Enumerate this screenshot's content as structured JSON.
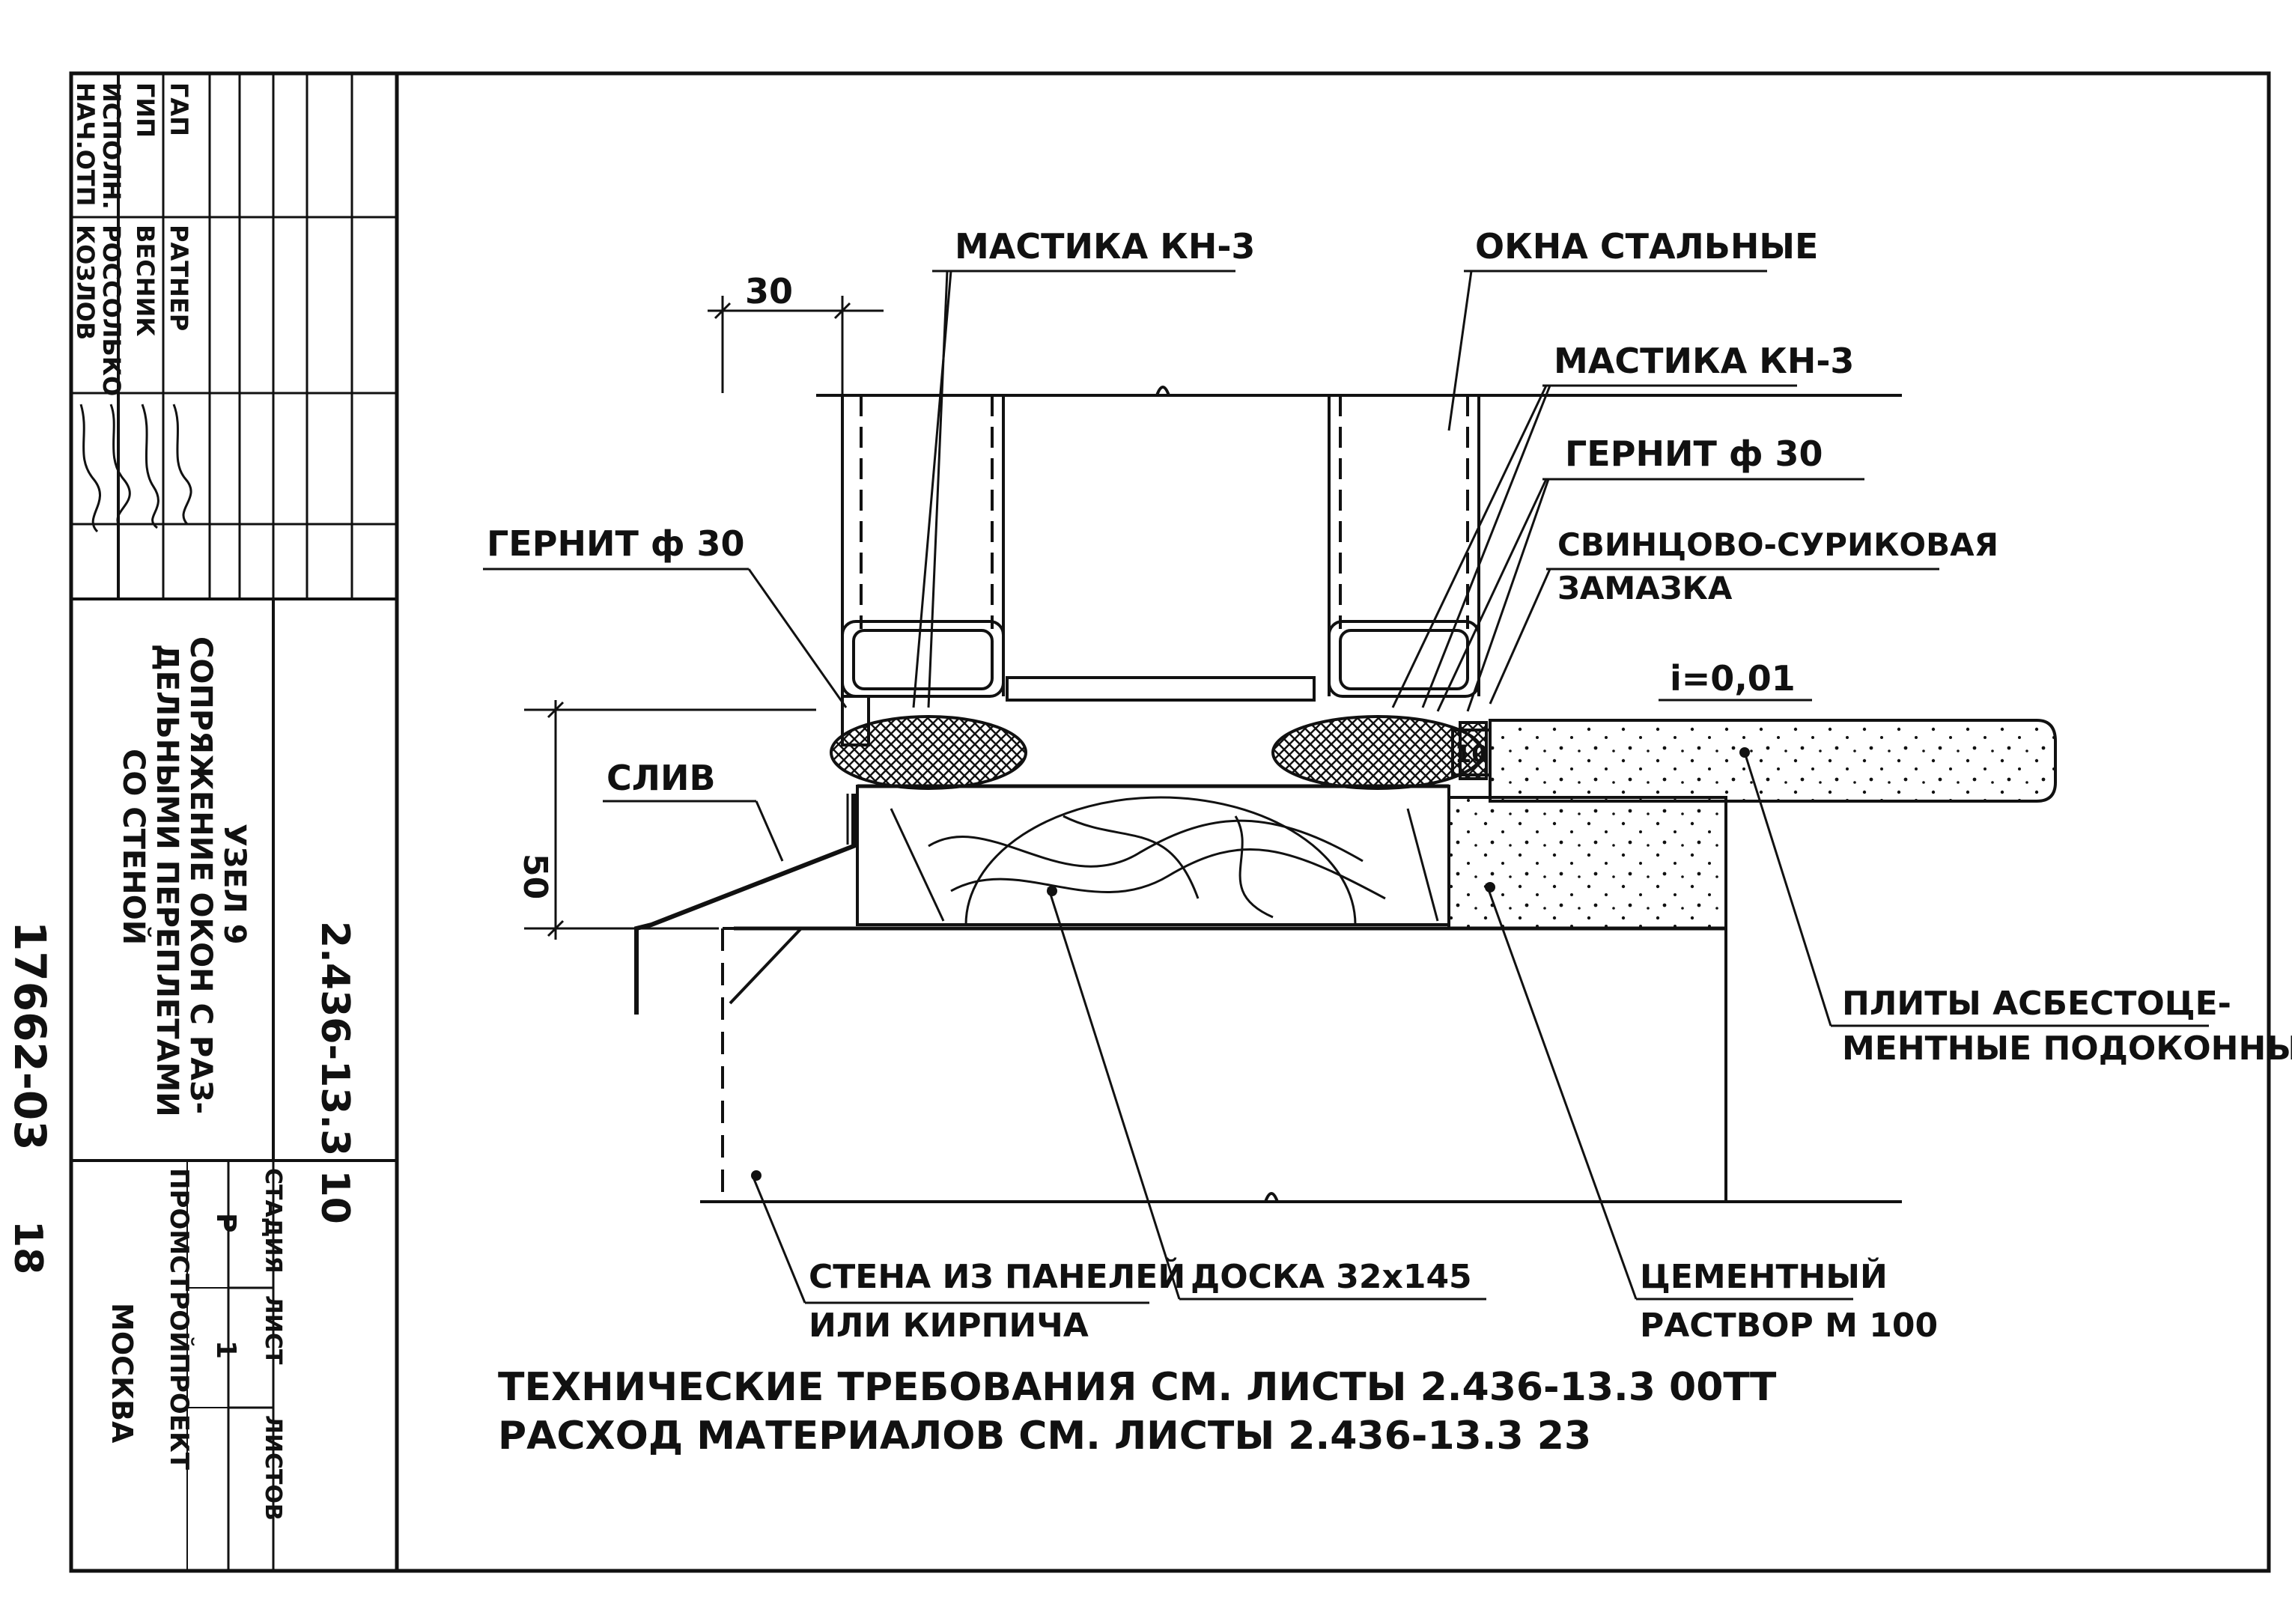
{
  "title_block": {
    "roles": [
      "ИСПОЛН.",
      "ГИП",
      "ГАП",
      "НАЧ.ОТП"
    ],
    "names": [
      "РОССОЛЬКО",
      "ВЕСНИК",
      "РАТНЕР",
      "КОЗЛОВ"
    ],
    "drawing_title": [
      "УЗЕЛ 9",
      "СОПРЯЖЕНИЕ ОКОН С РАЗ-",
      "ДЕЛЬНЫМИ ПЕРЕПЛЕТАМИ",
      "СО СТЕНОЙ"
    ],
    "code": "2.436-13.3 10",
    "stage_header": "СТАДИЯ",
    "sheet_header": "ЛИСТ",
    "sheets_header": "ЛИСТОВ",
    "stage": "Р",
    "sheet": "1",
    "org": "ПРОМСТРОЙПРОЕКТ",
    "city": "МОСКВА",
    "archive_no": "17662-03",
    "archive_page": "18"
  },
  "labels": {
    "mastic_left": "МАСТИКА КН-3",
    "windows": "ОКНА СТАЛЬНЫЕ",
    "mastic_right": "МАСТИКА КН-3",
    "gernit_right": "ГЕРНИТ ф 30",
    "gernit_left": "ГЕРНИТ ф 30",
    "putty_line1": "СВИНЦОВО-СУРИКОВАЯ",
    "putty_line2": "ЗАМАЗКА",
    "slope": "i=0,01",
    "drain": "СЛИВ",
    "slabs_line1": "ПЛИТЫ АСБЕСТОЦЕ-",
    "slabs_line2": "МЕНТНЫЕ ПОДОКОННЫЕ",
    "wall_line1": "СТЕНА ИЗ ПАНЕЛЕЙ",
    "wall_line2": "ИЛИ КИРПИЧА",
    "board": "ДОСКА 32х145",
    "mortar_line1": "ЦЕМЕНТНЫЙ",
    "mortar_line2": "РАСТВОР М 100",
    "dim_30": "30",
    "dim_50": "50",
    "dim_10": "10"
  },
  "notes": [
    "ТЕХНИЧЕСКИЕ ТРЕБОВАНИЯ СМ. ЛИСТЫ 2.436-13.3 00ТТ",
    "РАСХОД МАТЕРИАЛОВ СМ. ЛИСТЫ 2.436-13.3 23"
  ]
}
